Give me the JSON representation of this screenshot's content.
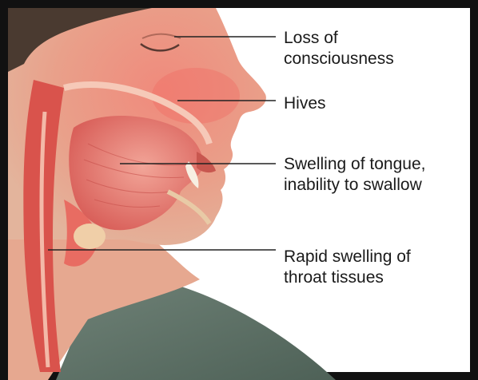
{
  "callouts": [
    {
      "label": "Loss of\nconsciousness"
    },
    {
      "label": "Hives"
    },
    {
      "label": "Swelling of tongue,\ninability to swallow"
    },
    {
      "label": "Rapid swelling of\nthroat tissues"
    }
  ],
  "colors": {
    "skin": "#e7a48a",
    "flushed_skin": "#e8756a",
    "tissue": "#e36a62",
    "tongue": "#e9897c",
    "shirt": "#5f7166",
    "hair": "#4a3a30",
    "border": "#111111",
    "leader_line": "#222222"
  }
}
